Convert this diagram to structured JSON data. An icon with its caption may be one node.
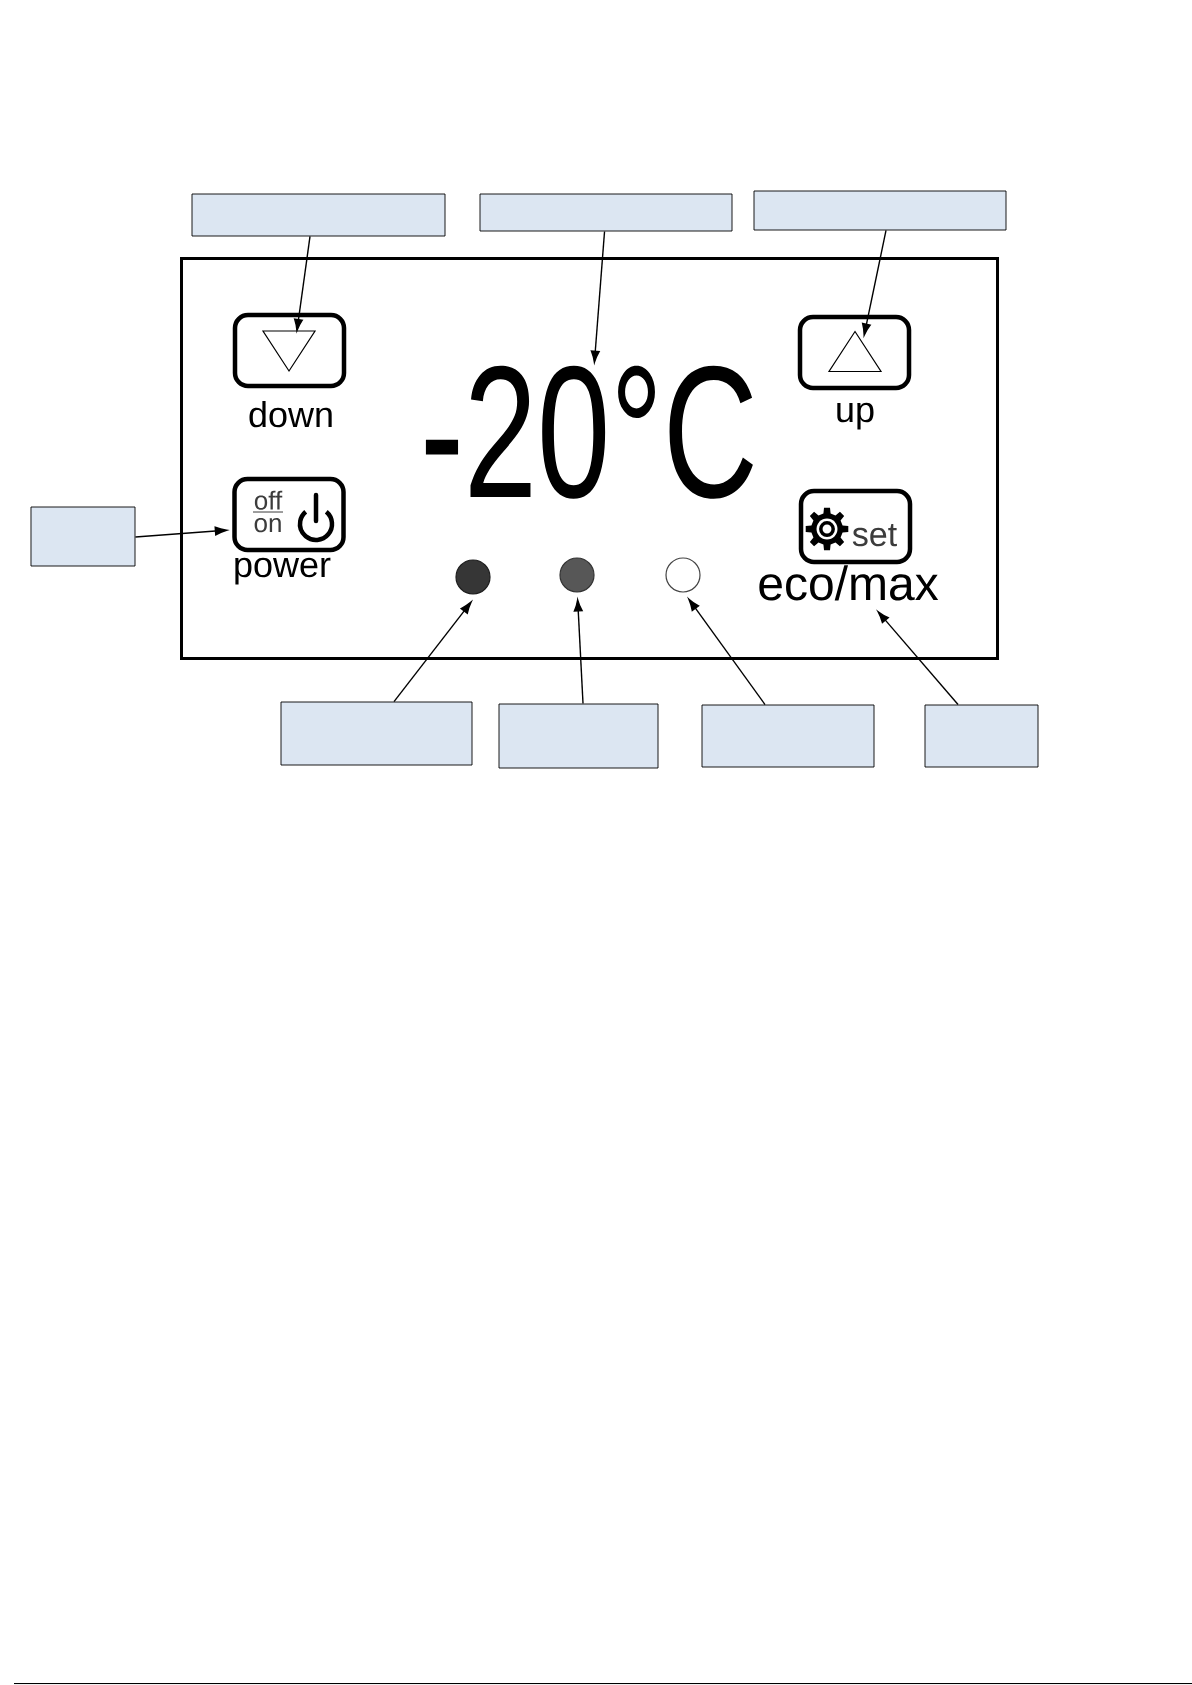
{
  "diagram": {
    "nodes": [
      {
        "text": [],
        "shape": "box"
      },
      {
        "text": [],
        "shape": "box"
      },
      {
        "text": [],
        "shape": "box"
      },
      {
        "text": [],
        "shape": "box"
      },
      {
        "text": [],
        "shape": "box"
      },
      {
        "text": [
          "down"
        ],
        "in": 4
      },
      {
        "text": [],
        "shape": "triangle",
        "in": 5
      },
      {
        "text": [
          "-20°C"
        ],
        "in": 4
      },
      {
        "text": [
          "up"
        ],
        "in": 4
      },
      {
        "text": [],
        "shape": "triangle",
        "in": 8
      },
      {
        "text": [
          "off",
          "on",
          "power"
        ],
        "in": 4
      },
      {
        "text": [
          "set",
          "eco/max"
        ],
        "in": 4
      },
      {
        "text": [],
        "shape": "circle",
        "in": 4
      },
      {
        "text": [],
        "shape": "circle",
        "in": 4
      },
      {
        "text": [],
        "shape": "circle",
        "in": 4
      },
      {
        "text": [],
        "shape": "box"
      },
      {
        "text": [],
        "shape": "box"
      },
      {
        "text": [],
        "shape": "box"
      },
      {
        "text": [],
        "shape": "box"
      }
    ],
    "edges": [
      {
        "from": 0,
        "to": 6,
        "arrow": "to"
      },
      {
        "from": 1,
        "to": 7,
        "arrow": "to"
      },
      {
        "from": 2,
        "to": 9,
        "arrow": "to"
      },
      {
        "from": 3,
        "to": 10,
        "arrow": "to"
      },
      {
        "from": 15,
        "to": 12,
        "arrow": "to"
      },
      {
        "from": 16,
        "to": 13,
        "arrow": "to"
      },
      {
        "from": 17,
        "to": 14,
        "arrow": "to"
      },
      {
        "from": 18,
        "to": 11,
        "arrow": "to"
      }
    ]
  }
}
